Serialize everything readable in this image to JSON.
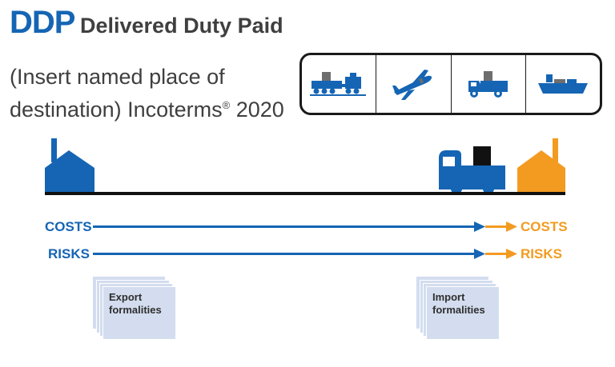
{
  "header": {
    "code": "DDP",
    "title": "Delivered Duty Paid",
    "subtitle_line1": "(Insert named place of",
    "subtitle_line2": "destination) Incoterms",
    "registered_mark": "®",
    "year": "2020"
  },
  "transport_modes": [
    {
      "name": "train",
      "icon": "train-icon"
    },
    {
      "name": "airplane",
      "icon": "airplane-icon"
    },
    {
      "name": "truck",
      "icon": "truck-icon"
    },
    {
      "name": "ship",
      "icon": "ship-icon"
    }
  ],
  "flow": {
    "seller_costs_label": "COSTS",
    "seller_risks_label": "RISKS",
    "buyer_costs_label": "COSTS",
    "buyer_risks_label": "RISKS"
  },
  "formalities": {
    "export_line1": "Export",
    "export_line2": "formalities",
    "import_line1": "Import",
    "import_line2": "formalities"
  },
  "colors": {
    "seller": "#1565b4",
    "buyer": "#f39b21",
    "document": "#d3ddef",
    "text": "#3f3f3f"
  }
}
